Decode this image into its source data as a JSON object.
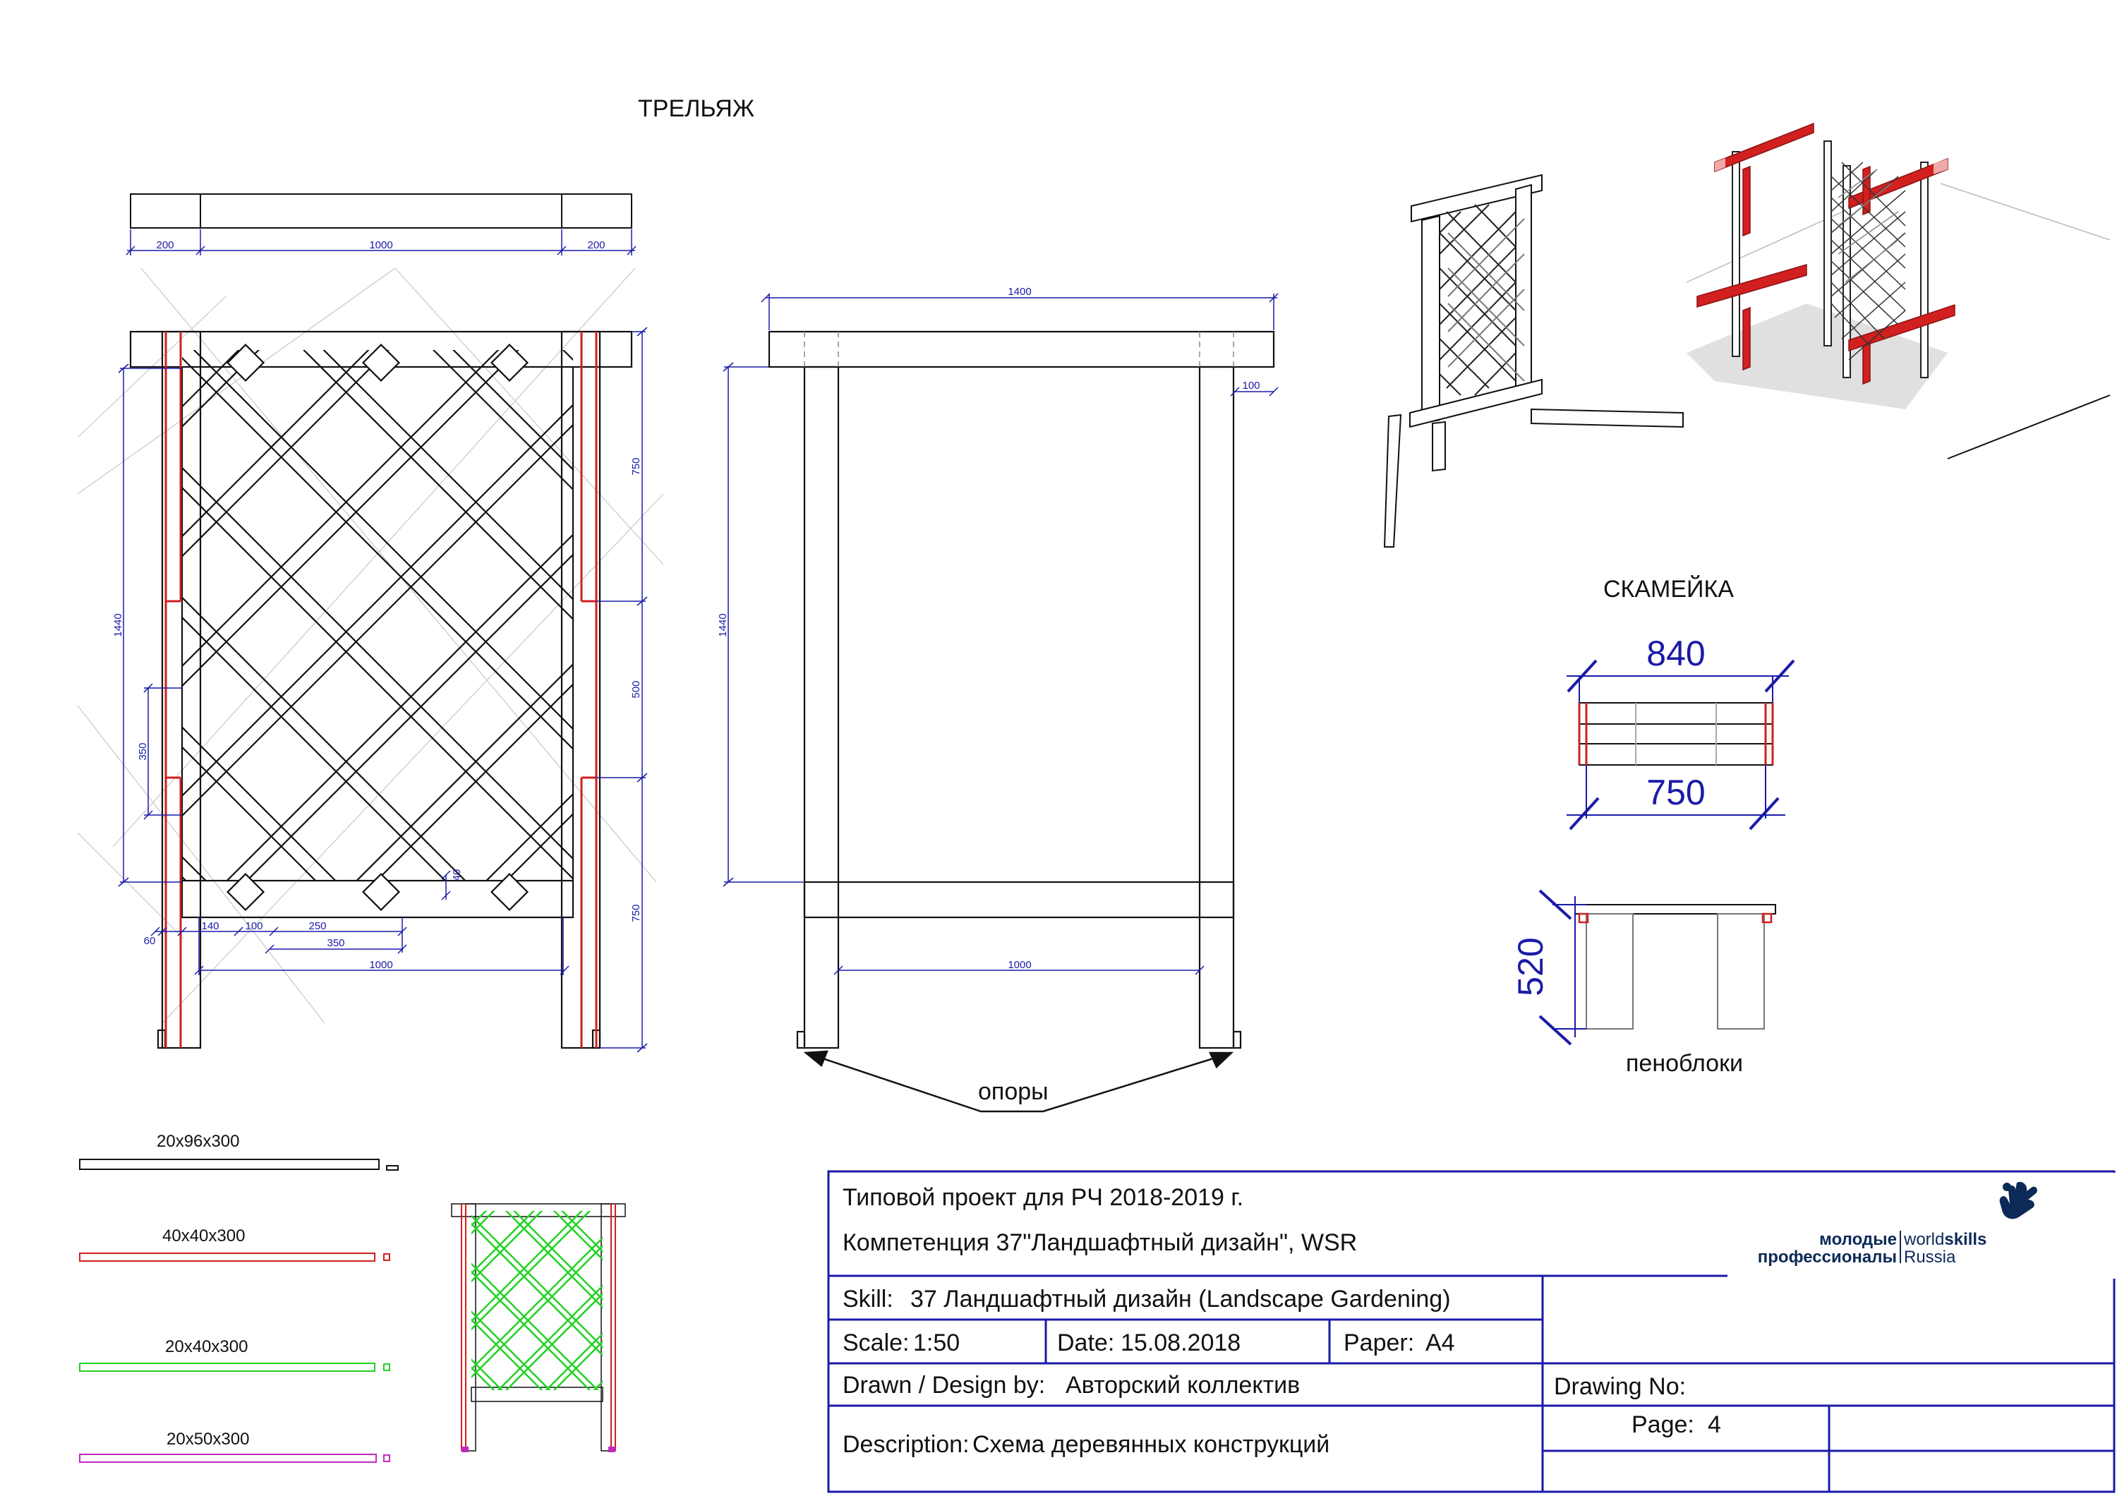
{
  "headings": {
    "trellis": "ТРЕЛЬЯЖ",
    "bench": "СКАМЕЙКА",
    "supports": "опоры",
    "foam_blocks": "пеноблоки"
  },
  "trellis_top_dims": [
    "200",
    "1000",
    "200"
  ],
  "trellis_front_dims": {
    "height": "1440",
    "side_350": "350",
    "right_750_top": "750",
    "right_500": "500",
    "right_750_bottom": "750",
    "d40": "40",
    "d60": "60",
    "d140": "140",
    "d100": "100",
    "d250": "250",
    "d350": "350",
    "width_1000": "1000"
  },
  "trellis_side_dims": {
    "width_1400": "1400",
    "d100": "100",
    "height": "1440",
    "width_1000": "1000"
  },
  "bench_dims": {
    "top_width": "840",
    "inner_width": "750",
    "height": "520"
  },
  "materials": [
    {
      "label": "20x96x300",
      "color": "#111111"
    },
    {
      "label": "40x40x300",
      "color": "#d21f1f"
    },
    {
      "label": "20x40x300",
      "color": "#22d322"
    },
    {
      "label": "20x50x300",
      "color": "#c02ac0"
    }
  ],
  "colors": {
    "dimension": "#1a1aa8",
    "post": "#d21f1f",
    "lattice_green": "#22d322",
    "frame": "#1a1aa8"
  },
  "title_block": {
    "line1": "Типовой  проект для РЧ 2018-2019 г.",
    "line2": "Компетенция 37\"Ландшафтный дизайн\", WSR",
    "skill_label": "Skill:",
    "skill_value": "37 Ландшафтный дизайн (Landscape Gardening)",
    "scale_label": "Scale:",
    "scale_value": "1:50",
    "date_label": "Date:",
    "date_value": "15.08.2018",
    "paper_label": "Paper:",
    "paper_value": "A4",
    "drawn_label": "Drawn / Design by:",
    "drawn_value": "Авторский коллектив",
    "drawing_no_label": "Drawing No:",
    "page_label": "Page:",
    "page_value": "4",
    "description_label": "Description:",
    "description_value": "Схема деревянных конструкций"
  },
  "logo": {
    "ru_line1": "молодые",
    "ru_line2": "профессионалы",
    "en_world": "world",
    "en_skills": "skills",
    "en_russia": "Russia"
  }
}
